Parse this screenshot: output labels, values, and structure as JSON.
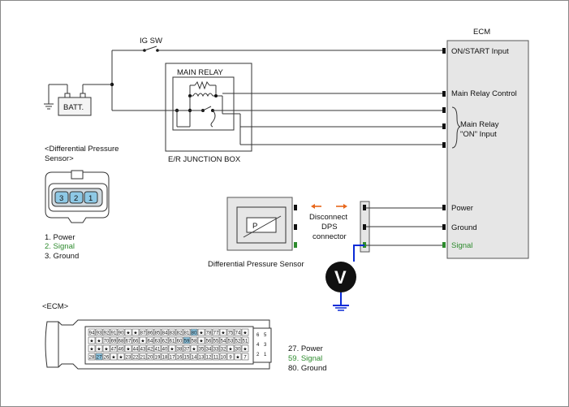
{
  "ecm": {
    "title": "ECM",
    "pins": {
      "on_start": "ON/START Input",
      "main_relay_control": "Main Relay Control",
      "main_relay_on_1": "Main Relay",
      "main_relay_on_2": "\"ON\" Input",
      "power": "Power",
      "ground": "Ground",
      "signal": "Signal"
    }
  },
  "ig_sw": "IG SW",
  "batt": "BATT.",
  "main_relay": "MAIN RELAY",
  "junction_box": "E/R JUNCTION BOX",
  "sensor_title_1": "<Differential Pressure",
  "sensor_title_2": "Sensor>",
  "sensor_pins": [
    "3",
    "2",
    "1"
  ],
  "sensor_legend": [
    "1. Power",
    "2. Signal",
    "3. Ground"
  ],
  "sensor_box_label": "Differential Pressure Sensor",
  "sensor_symbol": "P",
  "disconnect": [
    "Disconnect",
    "DPS",
    "connector"
  ],
  "meter": "V",
  "ecm_conn_title": "<ECM>",
  "ecm_legend": [
    "27. Power",
    "59. Signal",
    "80. Ground"
  ],
  "ecm_row1": [
    "94",
    "93",
    "92",
    "91",
    "90",
    "★",
    "★",
    "87",
    "86",
    "85",
    "84",
    "83",
    "82",
    "81",
    "80",
    "★",
    "78",
    "77",
    "★",
    "75",
    "74",
    "★"
  ],
  "ecm_row2": [
    "★",
    "★",
    "70",
    "69",
    "68",
    "67",
    "66",
    "★",
    "64",
    "63",
    "62",
    "61",
    "60",
    "59",
    "58",
    "★",
    "56",
    "55",
    "54",
    "53",
    "52",
    "51"
  ],
  "ecm_row3": [
    "★",
    "★",
    "★",
    "47",
    "46",
    "★",
    "44",
    "43",
    "42",
    "41",
    "40",
    "★",
    "38",
    "37",
    "★",
    "35",
    "34",
    "33",
    "32",
    "★",
    "30",
    "★"
  ],
  "ecm_row4": [
    "28",
    "27",
    "26",
    "★",
    "★",
    "23",
    "22",
    "21",
    "20",
    "19",
    "18",
    "17",
    "16",
    "15",
    "14",
    "13",
    "12",
    "11",
    "10",
    "9",
    "★",
    "7"
  ],
  "ecm_small_block": [
    "6",
    "5",
    "4",
    "3",
    "2",
    "1"
  ],
  "colors": {
    "signal": "#2e8b2e",
    "highlight": "#8ec9e6",
    "meter_wire": "#0a2bd6",
    "arrow": "#e8671b"
  }
}
